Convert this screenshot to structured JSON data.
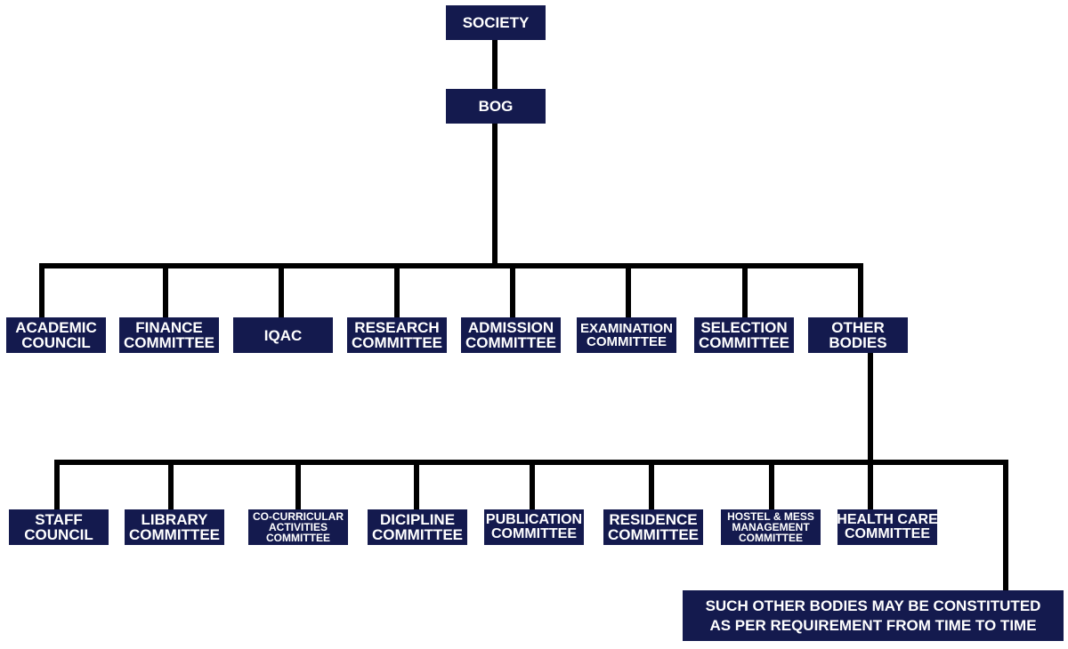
{
  "colors": {
    "box": "#141a4e",
    "text": "#ffffff",
    "line": "#000000"
  },
  "root": {
    "line1": "SOCIETY"
  },
  "bog": {
    "line1": "BOG"
  },
  "committees": [
    {
      "line1": "ACADEMIC",
      "line2": "COUNCIL"
    },
    {
      "line1": "FINANCE",
      "line2": "COMMITTEE"
    },
    {
      "line1": "IQAC"
    },
    {
      "line1": "RESEARCH",
      "line2": "COMMITTEE"
    },
    {
      "line1": "ADMISSION",
      "line2": "COMMITTEE"
    },
    {
      "line1": "EXAMINATION",
      "line2": "COMMITTEE"
    },
    {
      "line1": "SELECTION",
      "line2": "COMMITTEE"
    },
    {
      "line1": "OTHER",
      "line2": "BODIES"
    }
  ],
  "other_bodies": [
    {
      "line1": "STAFF",
      "line2": "COUNCIL"
    },
    {
      "line1": "LIBRARY",
      "line2": "COMMITTEE"
    },
    {
      "line1": "CO-CURRICULAR",
      "line2": "ACTIVITIES",
      "line3": "COMMITTEE"
    },
    {
      "line1": "DICIPLINE",
      "line2": "COMMITTEE"
    },
    {
      "line1": "PUBLICATION",
      "line2": "COMMITTEE"
    },
    {
      "line1": "RESIDENCE",
      "line2": "COMMITTEE"
    },
    {
      "line1": "HOSTEL & MESS",
      "line2": "MANAGEMENT",
      "line3": "COMMITTEE"
    },
    {
      "line1": "HEALTH CARE",
      "line2": "COMMITTEE"
    }
  ],
  "note": {
    "line1": "SUCH OTHER BODIES MAY BE CONSTITUTED",
    "line2": "AS PER REQUIREMENT FROM TIME TO TIME"
  }
}
